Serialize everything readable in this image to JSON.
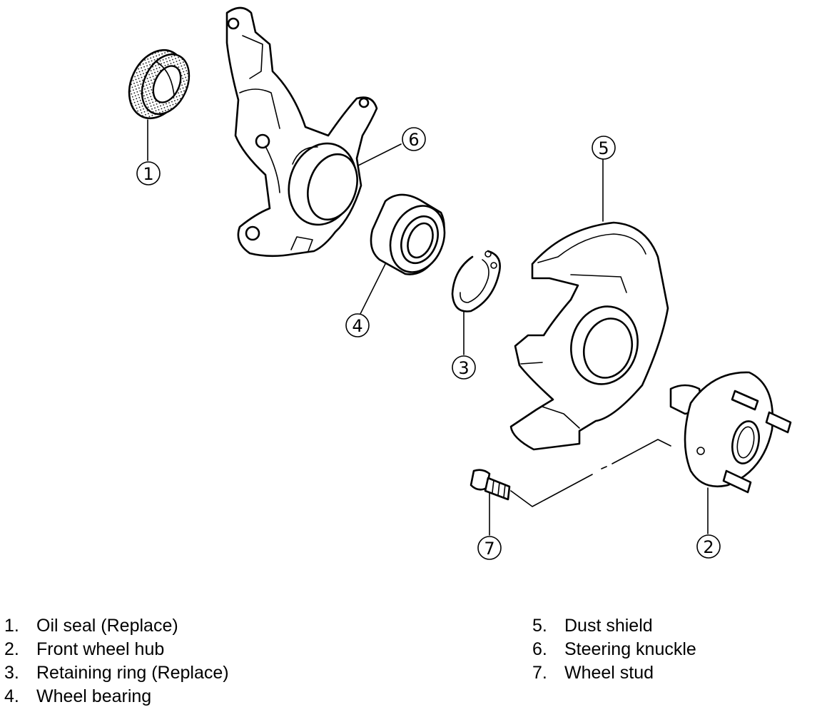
{
  "callouts": [
    "1",
    "2",
    "3",
    "4",
    "5",
    "6",
    "7"
  ],
  "legend": {
    "left": [
      {
        "num": "1.",
        "label": "Oil seal (Replace)"
      },
      {
        "num": "2.",
        "label": "Front wheel hub"
      },
      {
        "num": "3.",
        "label": "Retaining ring (Replace)"
      },
      {
        "num": "4.",
        "label": "Wheel bearing"
      }
    ],
    "right": [
      {
        "num": "5.",
        "label": "Dust shield"
      },
      {
        "num": "6.",
        "label": "Steering knuckle"
      },
      {
        "num": "7.",
        "label": "Wheel stud"
      }
    ]
  }
}
